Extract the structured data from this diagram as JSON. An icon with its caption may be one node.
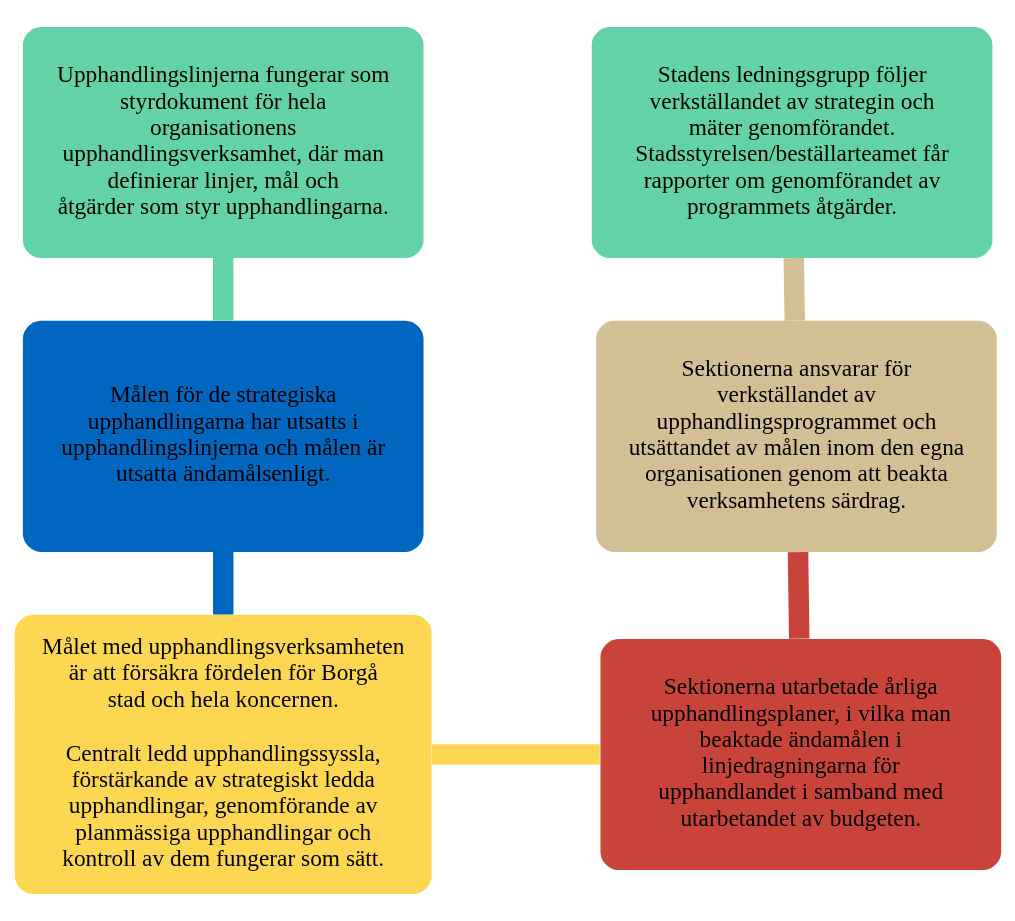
{
  "diagram": {
    "nodes": [
      {
        "text": [
          "Upphandlingslinjerna fungerar som styrdokument för hela organisationens upphandlingsverksamhet, där man definierar linjer, mål och åtgärder som styr upphandlingarna."
        ]
      },
      {
        "text": [
          "Stadens ledningsgrupp följer verkställandet av strategin och mäter genomförandet. Stadsstyrelsen/beställarteamet får rapporter om genomförandet av programmets åtgärder."
        ]
      },
      {
        "text": [
          "Målen för de strategiska upphandlingarna har utsatts i upphandlingslinjerna och målen är utsatta ändamålsenligt."
        ]
      },
      {
        "text": [
          "Sektionerna ansvarar för verkställandet av upphandlingsprogrammet och utsättandet av målen inom den egna organisationen genom att beakta verksamhetens särdrag."
        ]
      },
      {
        "text": [
          "Målet med upphandlingsverksamheten är att försäkra fördelen för Borgå stad och hela koncernen.",
          "Centralt ledd upphandlingssyssla, förstärkande av strategiskt ledda upphandlingar, genomförande av planmässiga upphandlingar och kontroll av dem fungerar som sätt."
        ]
      },
      {
        "text": [
          "Sektionerna utarbetade årliga upphandlingsplaner, i vilka man beaktade ändamålen i linjedragningarna för upphandlandet i samband med utarbetandet av budgeten."
        ]
      }
    ],
    "edges": [
      {
        "from": 0,
        "to": 2,
        "arrow": "none",
        "color": "#63d3a7"
      },
      {
        "from": 2,
        "to": 4,
        "arrow": "none",
        "color": "#0066bf"
      },
      {
        "from": 4,
        "to": 5,
        "arrow": "none",
        "color": "#fdd752"
      },
      {
        "from": 5,
        "to": 3,
        "arrow": "none",
        "color": "#c8443a"
      },
      {
        "from": 3,
        "to": 1,
        "arrow": "none",
        "color": "#d3bf95"
      }
    ]
  }
}
